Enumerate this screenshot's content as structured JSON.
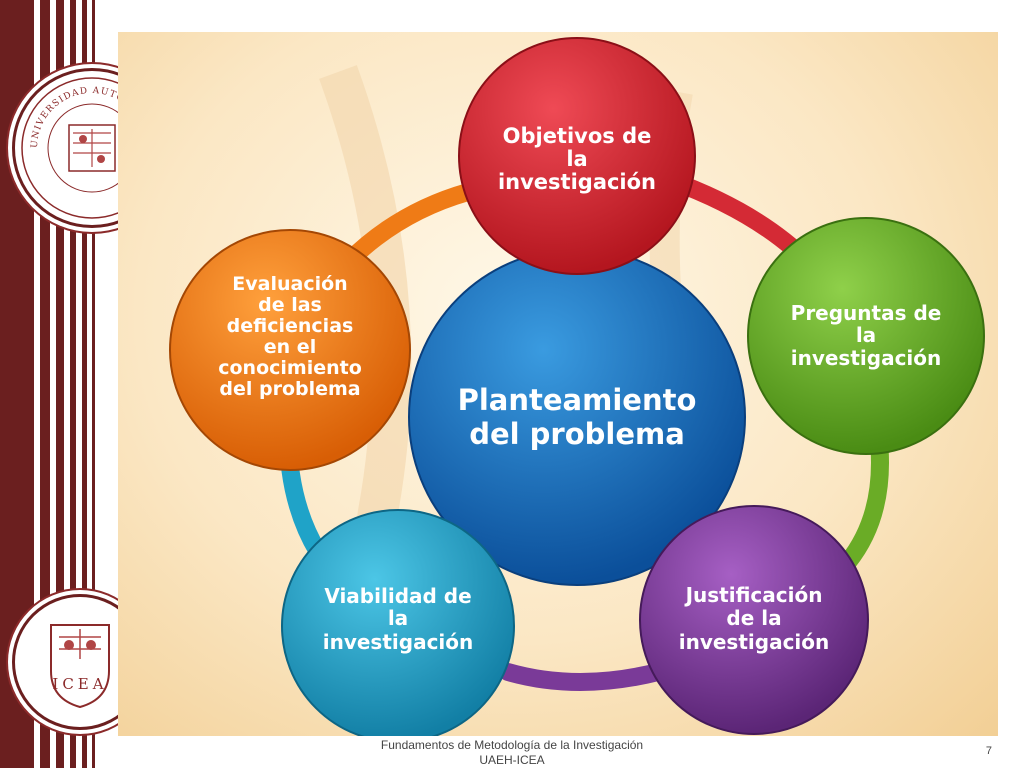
{
  "diagram": {
    "center": {
      "line1": "Planteamiento",
      "line2": "del problema"
    },
    "nodes": [
      {
        "id": "objetivos",
        "lines": [
          "Objetivos de",
          "la",
          "investigación"
        ],
        "color": "#d42a35"
      },
      {
        "id": "preguntas",
        "lines": [
          "Preguntas de",
          "la",
          "investigación"
        ],
        "color": "#6aac26"
      },
      {
        "id": "justificacion",
        "lines": [
          "Justificación",
          "de la",
          "investigación"
        ],
        "color": "#7a3a98"
      },
      {
        "id": "viabilidad",
        "lines": [
          "Viabilidad de",
          "la",
          "investigación"
        ],
        "color": "#1fa3c8"
      },
      {
        "id": "evaluacion",
        "lines": [
          "Evaluación",
          "de las",
          "deficiencias",
          "en el",
          "conocimiento",
          "del problema"
        ],
        "color": "#ef7b16"
      }
    ]
  },
  "footer": {
    "line1": "Fundamentos de Metodología de la Investigación",
    "line2": "UAEH-ICEA",
    "page": "7"
  },
  "seals": {
    "top_text": "UNIVERSIDAD AUTÓNOMA DEL ESTADO DE HIDALGO",
    "bottom_text": "ICEA"
  }
}
